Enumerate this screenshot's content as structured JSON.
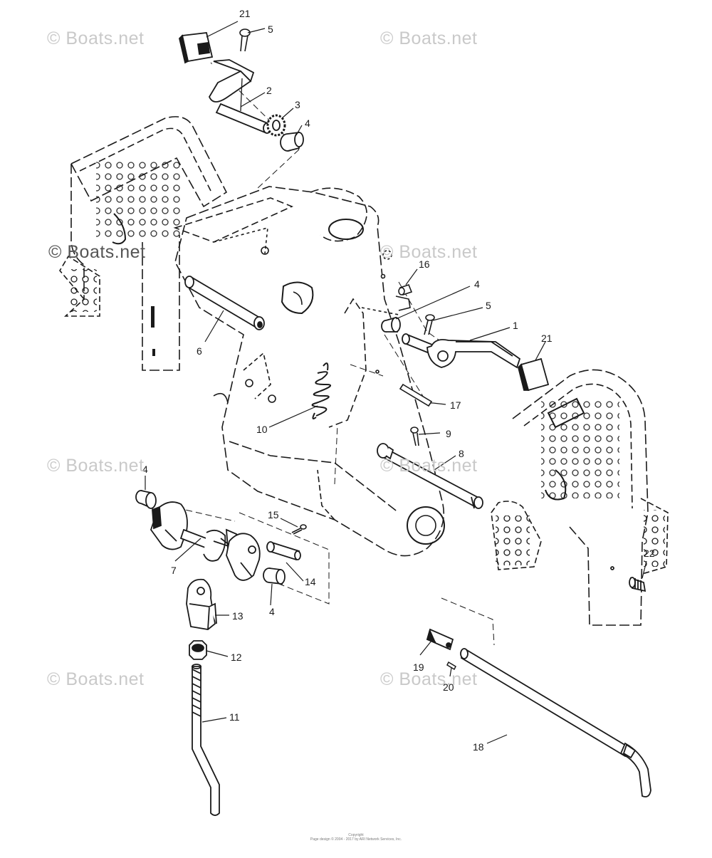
{
  "watermark": "© Boats.net",
  "footer": {
    "line1": "Copyright",
    "line2": "Page design © 2004 - 2017 by ARI Network Services, Inc."
  },
  "callouts": [
    "21",
    "5",
    "2",
    "3",
    "4",
    "16",
    "4",
    "5",
    "1",
    "21",
    "6",
    "17",
    "10",
    "9",
    "8",
    "4",
    "15",
    "7",
    "14",
    "4",
    "13",
    "12",
    "11",
    "22",
    "19",
    "20",
    "18"
  ],
  "colors": {
    "line": "#1a1a1a",
    "watermark": "#c9c9c9",
    "background": "#ffffff"
  }
}
